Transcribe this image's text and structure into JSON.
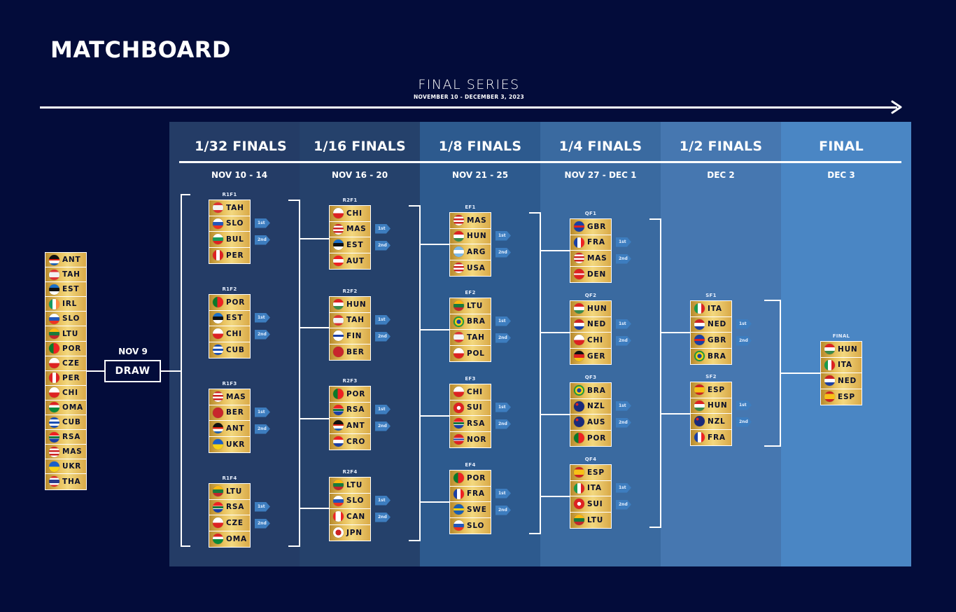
{
  "page": {
    "title": "MATCHBOARD",
    "series_title": "FINAL SERIES",
    "series_dates": "NOVEMBER 10 - DECEMBER 3, 2023"
  },
  "colors": {
    "background": "#030c3a",
    "gold": "#e9c25e",
    "badge": "#3d7dbf",
    "columns": [
      "#243c66",
      "#25416b",
      "#2d5a8e",
      "#3a6aa0",
      "#4677b0",
      "#4a86c4"
    ]
  },
  "draw": {
    "date": "NOV 9",
    "button_label": "DRAW",
    "teams": [
      "ANT",
      "TAH",
      "EST",
      "IRL",
      "SLO",
      "LTU",
      "POR",
      "CZE",
      "PER",
      "CHI",
      "OMA",
      "CUB",
      "RSA",
      "MAS",
      "UKR",
      "THA"
    ]
  },
  "advance_labels": {
    "first": "1st",
    "second": "2nd"
  },
  "rounds": [
    {
      "name": "1/32 FINALS",
      "dates": "NOV 10 - 14",
      "groups": [
        {
          "label": "R1F1",
          "teams": [
            "TAH",
            "SLO",
            "BUL",
            "PER"
          ]
        },
        {
          "label": "R1F2",
          "teams": [
            "POR",
            "EST",
            "CHI",
            "CUB"
          ]
        },
        {
          "label": "R1F3",
          "teams": [
            "MAS",
            "BER",
            "ANT",
            "UKR"
          ]
        },
        {
          "label": "R1F4",
          "teams": [
            "LTU",
            "RSA",
            "CZE",
            "OMA"
          ]
        }
      ]
    },
    {
      "name": "1/16 FINALS",
      "dates": "NOV 16 - 20",
      "groups": [
        {
          "label": "R2F1",
          "teams": [
            "CHI",
            "MAS",
            "EST",
            "AUT"
          ]
        },
        {
          "label": "R2F2",
          "teams": [
            "HUN",
            "TAH",
            "FIN",
            "BER"
          ]
        },
        {
          "label": "R2F3",
          "teams": [
            "POR",
            "RSA",
            "ANT",
            "CRO"
          ]
        },
        {
          "label": "R2F4",
          "teams": [
            "LTU",
            "SLO",
            "CAN",
            "JPN"
          ]
        }
      ]
    },
    {
      "name": "1/8 FINALS",
      "dates": "NOV 21 - 25",
      "groups": [
        {
          "label": "EF1",
          "teams": [
            "MAS",
            "HUN",
            "ARG",
            "USA"
          ]
        },
        {
          "label": "EF2",
          "teams": [
            "LTU",
            "BRA",
            "TAH",
            "POL"
          ]
        },
        {
          "label": "EF3",
          "teams": [
            "CHI",
            "SUI",
            "RSA",
            "NOR"
          ]
        },
        {
          "label": "EF4",
          "teams": [
            "POR",
            "FRA",
            "SWE",
            "SLO"
          ]
        }
      ]
    },
    {
      "name": "1/4 FINALS",
      "dates": "NOV 27 - DEC 1",
      "groups": [
        {
          "label": "QF1",
          "teams": [
            "GBR",
            "FRA",
            "MAS",
            "DEN"
          ]
        },
        {
          "label": "QF2",
          "teams": [
            "HUN",
            "NED",
            "CHI",
            "GER"
          ]
        },
        {
          "label": "QF3",
          "teams": [
            "BRA",
            "NZL",
            "AUS",
            "POR"
          ]
        },
        {
          "label": "QF4",
          "teams": [
            "ESP",
            "ITA",
            "SUI",
            "LTU"
          ]
        }
      ]
    },
    {
      "name": "1/2 FINALS",
      "dates": "DEC 2",
      "groups": [
        {
          "label": "SF1",
          "teams": [
            "ITA",
            "NED",
            "GBR",
            "BRA"
          ]
        },
        {
          "label": "SF2",
          "teams": [
            "ESP",
            "HUN",
            "NZL",
            "FRA"
          ]
        }
      ]
    },
    {
      "name": "FINAL",
      "dates": "DEC 3",
      "groups": [
        {
          "label": "FINAL",
          "teams": [
            "HUN",
            "ITA",
            "NED",
            "ESP"
          ]
        }
      ]
    }
  ]
}
